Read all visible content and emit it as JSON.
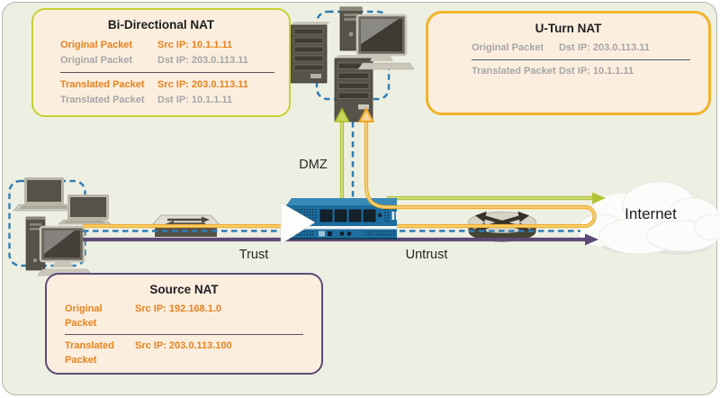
{
  "labels": {
    "dmz": "DMZ",
    "trust": "Trust",
    "untrust": "Untrust",
    "internet": "Internet"
  },
  "boxes": {
    "bidirectional": {
      "title": "Bi-Directional NAT",
      "border_color": "#c3d232",
      "rows": [
        {
          "label": "Original Packet",
          "value": "Src IP: 10.1.1.11",
          "tone": "orange"
        },
        {
          "label": "Original Packet",
          "value": "Dst IP: 203.0.113.11",
          "tone": "gray"
        },
        {
          "label": "Translated Packet",
          "value": "Src IP: 203.0.113.11",
          "tone": "orange"
        },
        {
          "label": "Translated Packet",
          "value": "Dst IP: 10.1.1.11",
          "tone": "gray"
        }
      ]
    },
    "uturn": {
      "title": "U-Turn NAT",
      "border_color": "#f2b32c",
      "rows": [
        {
          "label": "Original Packet",
          "value": "Dst IP: 203.0.113.11",
          "tone": "gray"
        },
        {
          "label": "Translated Packet",
          "value": "Dst IP: 10.1.1.11",
          "tone": "gray"
        }
      ]
    },
    "source": {
      "title": "Source NAT",
      "border_color": "#5d4a75",
      "rows": [
        {
          "label": "Original Packet",
          "value": "Src IP: 192.168.1.0",
          "tone": "orange"
        },
        {
          "label": "Translated Packet",
          "value": "Src IP: 203.0.113.100",
          "tone": "orange"
        }
      ]
    }
  },
  "flows": {
    "bidirectional_nat": {
      "color": "#b2c235",
      "style": "solid, double-headed DMZ server <-> Internet"
    },
    "uturn_nat": {
      "color": "#f0ae28",
      "style": "solid, Trust -> U-turn at Internet edge -> DMZ server"
    },
    "source_nat": {
      "color": "#5e4a76",
      "style": "solid, Trust -> Internet"
    },
    "network_link": {
      "color": "#2f7db2",
      "style": "dashed"
    }
  },
  "icons": {
    "trust_group": "trust-computers-icon",
    "dmz_group": "dmz-servers-icon",
    "switch": "switch-icon",
    "firewall": "firewall-icon",
    "router": "router-icon",
    "internet": "internet-cloud-icon"
  },
  "colors": {
    "canvas_bg": "#edefe2",
    "box_bg": "#fceede",
    "orange_text": "#e8821e",
    "gray_text": "#a6a6a6",
    "device_body": "#57534a"
  }
}
